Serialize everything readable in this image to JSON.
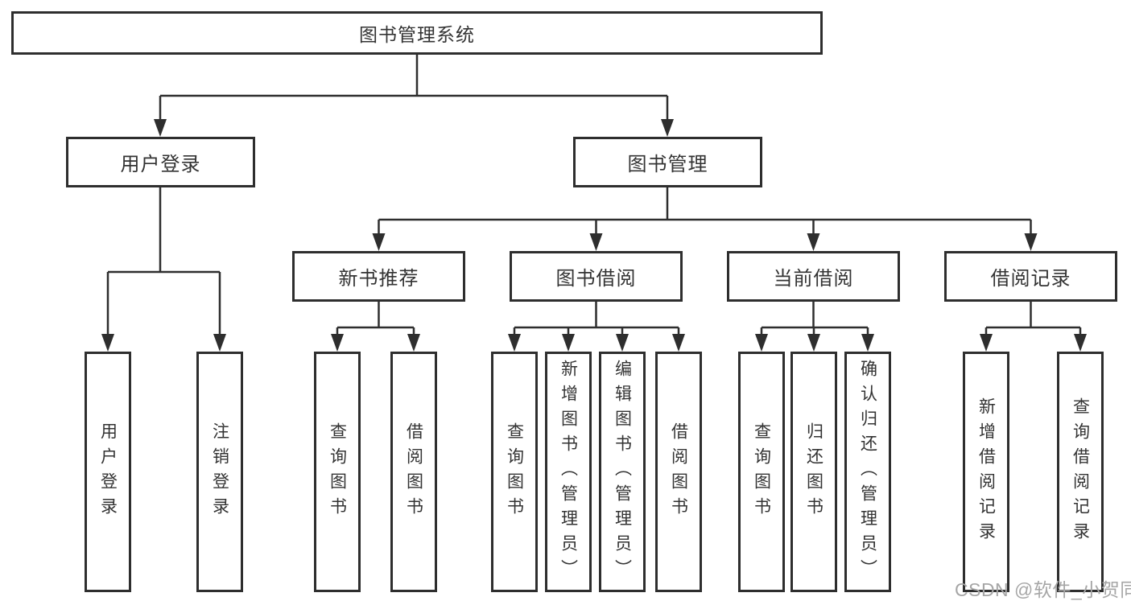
{
  "diagram": {
    "title": "图书管理系统",
    "user_branch": {
      "label": "用户登录",
      "children": [
        {
          "label": "用户登录"
        },
        {
          "label": "注销登录"
        }
      ]
    },
    "management_branch": {
      "label": "图书管理",
      "children": [
        {
          "label": "新书推荐",
          "children": [
            {
              "label": "查询图书"
            },
            {
              "label": "借阅图书"
            }
          ]
        },
        {
          "label": "图书借阅",
          "children": [
            {
              "label": "查询图书"
            },
            {
              "label": "新增图书（管理员）"
            },
            {
              "label": "编辑图书（管理员）"
            },
            {
              "label": "借阅图书"
            }
          ]
        },
        {
          "label": "当前借阅",
          "children": [
            {
              "label": "查询图书"
            },
            {
              "label": "归还图书"
            },
            {
              "label": "确认归还（管理员）"
            }
          ]
        },
        {
          "label": "借阅记录",
          "children": [
            {
              "label": "新增借阅记录"
            },
            {
              "label": "查询借阅记录"
            }
          ]
        }
      ]
    }
  },
  "watermark": {
    "text": "CSDN @软件_小贺同学"
  },
  "colors": {
    "line": "#2e2e2e",
    "text": "#333333",
    "canvas": "#ffffff",
    "watermark": "#a6a6a6"
  }
}
